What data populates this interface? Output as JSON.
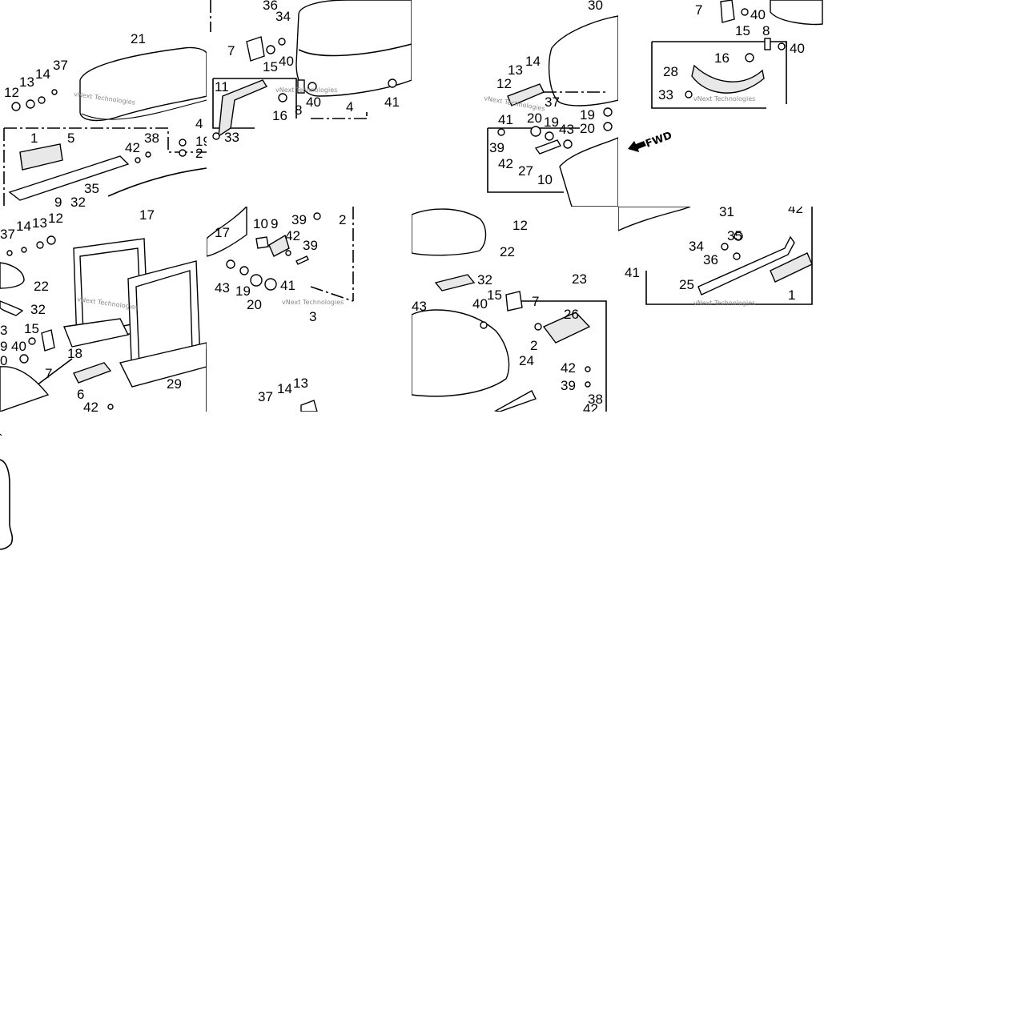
{
  "diagram": {
    "watermark": "vNext Technologies",
    "fwd_label": "FWD",
    "tile1": {
      "labels": [
        "21",
        "12",
        "13",
        "14",
        "37",
        "1",
        "5",
        "42",
        "38",
        "35",
        "4",
        "19",
        "2",
        "9",
        "32"
      ]
    },
    "tile2": {
      "labels": [
        "36",
        "34",
        "7",
        "15",
        "40",
        "11",
        "16",
        "8",
        "40",
        "33",
        "4",
        "41"
      ]
    },
    "tile3": {
      "labels": [
        "30",
        "13",
        "14",
        "12",
        "37",
        "41",
        "20",
        "19",
        "43",
        "39",
        "42",
        "27",
        "10",
        "19",
        "20"
      ]
    },
    "tile4": {
      "labels": [
        "7",
        "40",
        "15",
        "8",
        "40",
        "16",
        "28",
        "33"
      ]
    },
    "tile5": {
      "labels": [
        "37",
        "14",
        "13",
        "12",
        "17",
        "22",
        "32",
        "3",
        "9",
        "15",
        "40",
        "7",
        "18",
        "29",
        "6",
        "42",
        "0"
      ]
    },
    "tile6": {
      "labels": [
        "39",
        "2",
        "10",
        "9",
        "42",
        "39",
        "17",
        "43",
        "19",
        "41",
        "20",
        "3",
        "37",
        "14",
        "13"
      ]
    },
    "tile7": {
      "labels": [
        "12",
        "22",
        "32",
        "43",
        "15",
        "40",
        "7",
        "23",
        "26",
        "2",
        "24",
        "42",
        "39",
        "38",
        "42"
      ]
    },
    "tile8": {
      "labels": [
        "31",
        "42",
        "35",
        "34",
        "36",
        "41",
        "25",
        "1"
      ]
    }
  }
}
